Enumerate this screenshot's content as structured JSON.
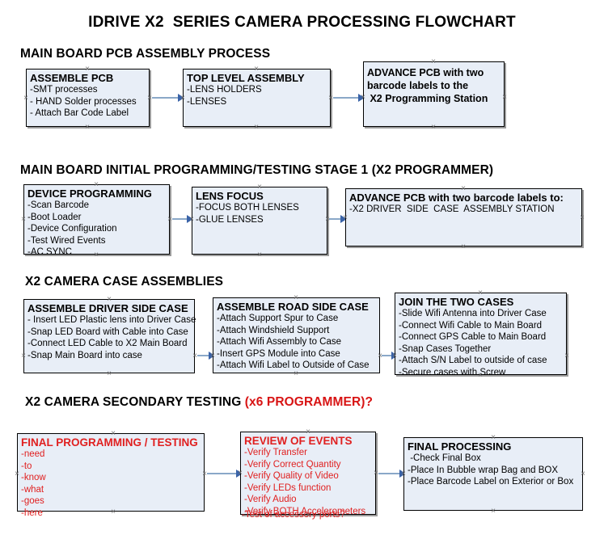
{
  "document": {
    "title": "IDRIVE X2  SERIES CAMERA PROCESSING FLOWCHART"
  },
  "sections": [
    {
      "id": "main-board-pcb-assembly-process",
      "heading": "MAIN BOARD PCB ASSEMBLY PROCESS",
      "heading_accent": "",
      "nodes": [
        {
          "id": "assemble-pcb",
          "title": "ASSEMBLE PCB",
          "lines": [
            "-SMT processes",
            "- HAND Solder processes",
            "- Attach Bar Code Label"
          ]
        },
        {
          "id": "top-level-assembly",
          "title": "TOP LEVEL ASSEMBLY",
          "lines": [
            "-LENS HOLDERS",
            "-LENSES"
          ]
        },
        {
          "id": "advance-pcb-to-x2-programming-station",
          "title": "ADVANCE PCB with two",
          "lines": [
            "barcode labels to the",
            " X2 Programming Station"
          ]
        }
      ]
    },
    {
      "id": "main-board-initial-programming-testing-stage-1",
      "heading": "MAIN BOARD INITIAL PROGRAMMING/TESTING STAGE 1 (X2 PROGRAMMER)",
      "heading_accent": "",
      "nodes": [
        {
          "id": "device-programming",
          "title": "DEVICE PROGRAMMING",
          "lines": [
            "-Scan Barcode",
            "-Boot Loader",
            "-Device Configuration",
            "-Test Wired Events",
            "-AC SYNC"
          ]
        },
        {
          "id": "lens-focus",
          "title": "LENS FOCUS",
          "lines": [
            "-FOCUS BOTH LENSES",
            "-GLUE LENSES"
          ]
        },
        {
          "id": "advance-pcb-to-driver-side-case-assembly",
          "title": "ADVANCE PCB with two barcode labels to:",
          "lines": [
            "-X2 DRIVER  SIDE  CASE  ASSEMBLY STATION"
          ]
        }
      ]
    },
    {
      "id": "x2-camera-case-assemblies",
      "heading": "X2 CAMERA CASE ASSEMBLIES",
      "heading_accent": "",
      "nodes": [
        {
          "id": "assemble-driver-side-case",
          "title": "ASSEMBLE DRIVER SIDE CASE",
          "lines": [
            "- Insert LED Plastic lens into Driver Case",
            "-Snap LED Board with Cable into Case",
            "-Connect LED Cable to X2 Main Board",
            "-Snap Main Board into case"
          ]
        },
        {
          "id": "assemble-road-side-case",
          "title": "ASSEMBLE ROAD SIDE CASE",
          "lines": [
            "-Attach Support Spur to Case",
            "-Attach Windshield Support",
            "-Attach Wifi Assembly to Case",
            "-Insert GPS Module into Case",
            "-Attach Wifi Label to Outside of Case"
          ]
        },
        {
          "id": "join-the-two-cases",
          "title": "JOIN THE TWO CASES",
          "lines": [
            "-Slide Wifi Antenna into Driver Case",
            "-Connect Wifi Cable to Main Board",
            "-Connect GPS Cable to Main Board",
            "-Snap Cases Together",
            "-Attach S/N Label to outside of case",
            "-Secure cases with Screw"
          ]
        }
      ]
    },
    {
      "id": "x2-camera-secondary-testing",
      "heading": "X2 CAMERA SECONDARY TESTING ",
      "heading_accent": "(x6 PROGRAMMER)?",
      "nodes": [
        {
          "id": "final-programming-testing",
          "title": "FINAL PROGRAMMING / TESTING",
          "lines": [
            "-need",
            "-to",
            "-know",
            "-what",
            "-goes",
            "-here"
          ]
        },
        {
          "id": "review-of-events",
          "title": "REVIEW OF EVENTS",
          "lines": [
            "-Verify Transfer",
            "-Verify Correct Quantity",
            "-Verify Quality of Video",
            "-Verify LEDs function",
            "-Verify Audio",
            "-Verify BOTH Accelerometers"
          ],
          "overflow_line": "-Test of accessory ports?"
        },
        {
          "id": "final-processing",
          "title": "FINAL PROCESSING",
          "lines": [
            " -Check Final Box",
            "-Place In Bubble wrap Bag and BOX",
            "-Place Barcode Label on Exterior or Box"
          ]
        }
      ]
    }
  ],
  "colors": {
    "box_fill": "#e8eef7",
    "box_border": "#000000",
    "box_shadow": "#9a9a9a",
    "connector_line": "#8aa8c8",
    "connector_arrow": "#3a63a8",
    "accent_red": "#e02020",
    "heading_red": "#d81414",
    "text": "#000000",
    "handle": "#6f6f6f"
  }
}
